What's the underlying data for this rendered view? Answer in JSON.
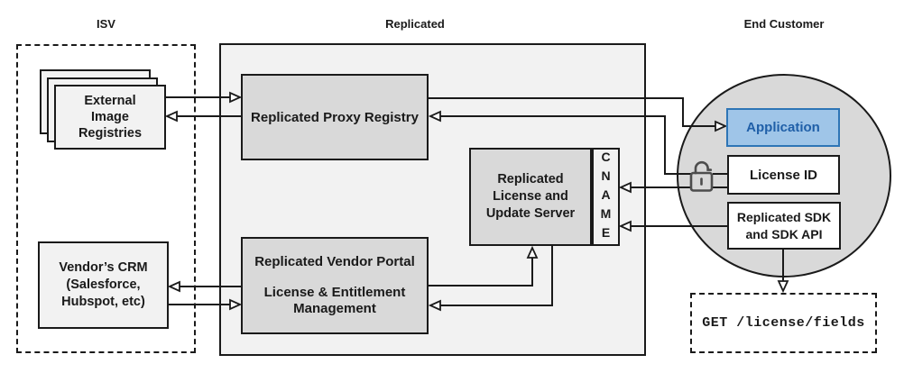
{
  "sections": {
    "isv": {
      "title": "ISV"
    },
    "replicated": {
      "title": "Replicated"
    },
    "end_customer": {
      "title": "End Customer"
    }
  },
  "nodes": {
    "external_registries": {
      "label": "External\nImage\nRegistries"
    },
    "vendor_crm": {
      "label": "Vendor’s CRM\n(Salesforce,\nHubspot, etc)"
    },
    "proxy_registry": {
      "label": "Replicated Proxy Registry"
    },
    "license_server": {
      "label": "Replicated\nLicense and\nUpdate Server"
    },
    "cname": {
      "label": "CNAME"
    },
    "vendor_portal": {
      "title": "Replicated Vendor Portal",
      "subtitle": "License & Entitlement\nManagement"
    },
    "application": {
      "label": "Application"
    },
    "license_id": {
      "label": "License ID"
    },
    "replicated_sdk": {
      "label": "Replicated SDK\nand SDK API"
    },
    "get_request": {
      "label": "GET /license/fields"
    }
  },
  "icons": {
    "unlock": "unlock-icon"
  },
  "colors": {
    "node_gray": "#d9d9d9",
    "panel_gray": "#f2f2f2",
    "application_fill": "#9fc5e8",
    "application_border": "#2e75b6",
    "application_text": "#1f5fa8",
    "line": "#1a1a1a",
    "lock": "#4d4d4d"
  }
}
